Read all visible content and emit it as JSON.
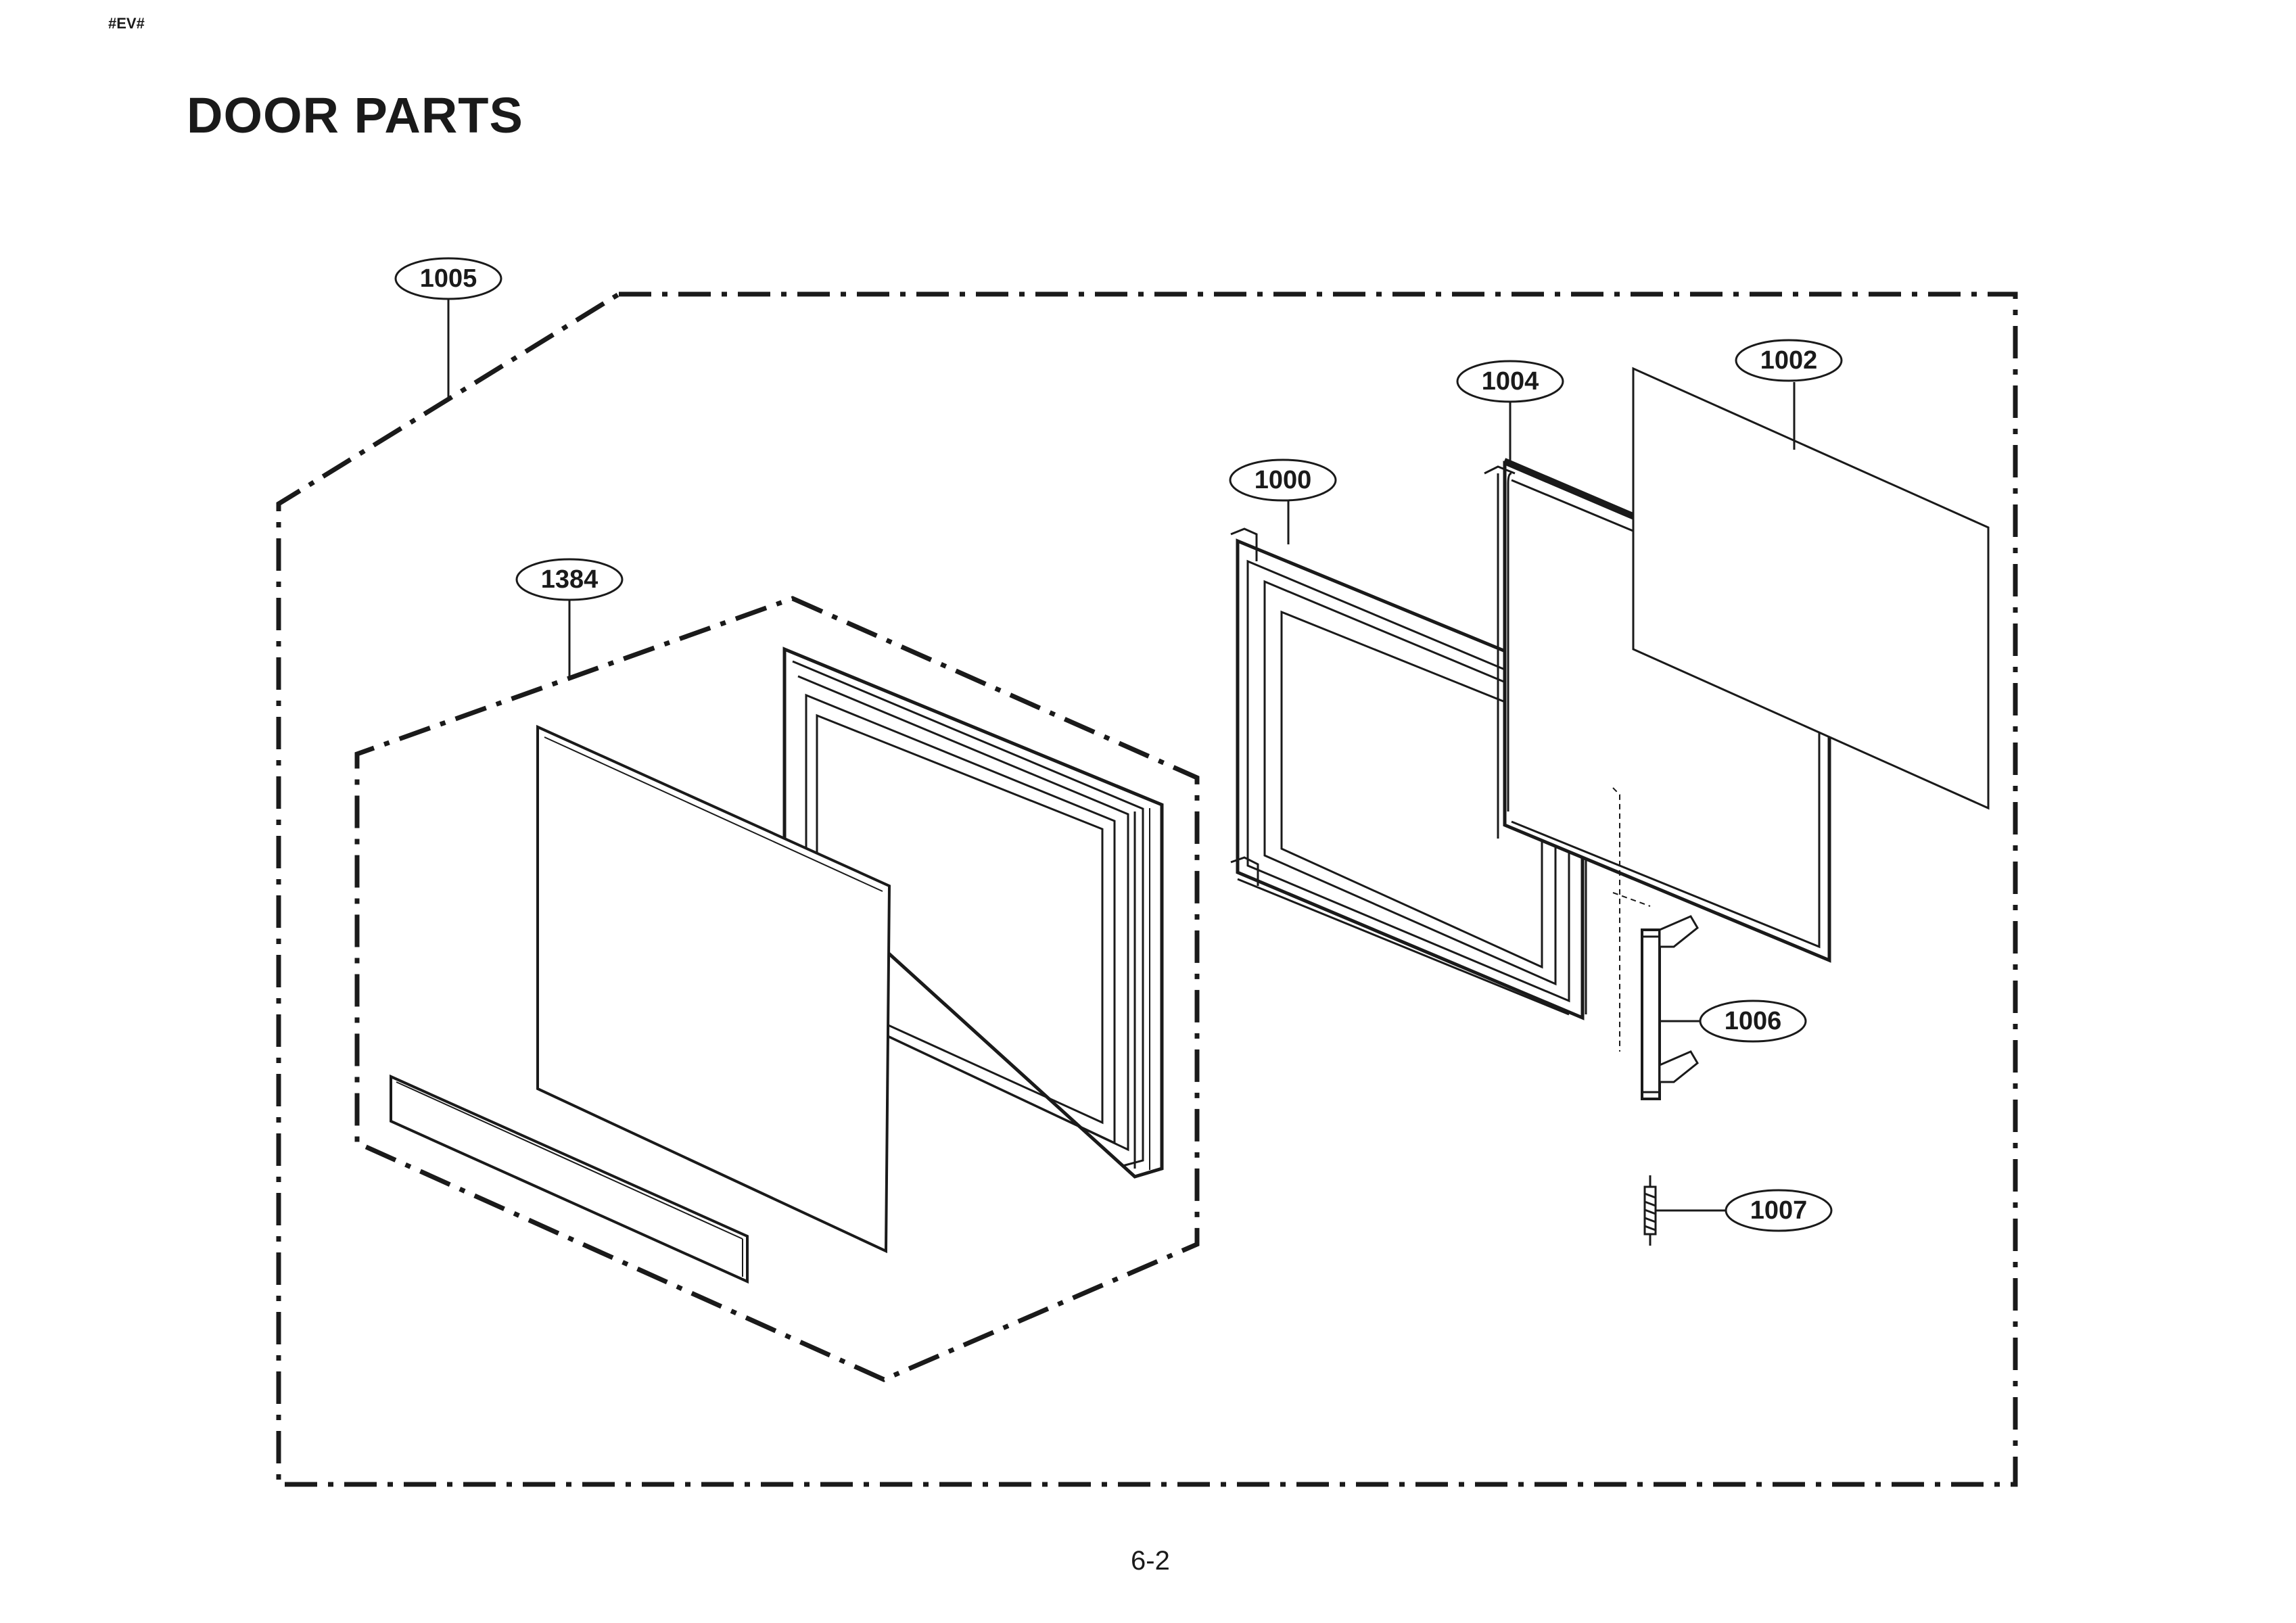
{
  "header": {
    "corner_tag": "#EV#",
    "title": "DOOR PARTS"
  },
  "footer": {
    "page_number": "6-2"
  },
  "callouts": {
    "c1005": "1005",
    "c1384": "1384",
    "c1000": "1000",
    "c1004": "1004",
    "c1002": "1002",
    "c1006": "1006",
    "c1007": "1007"
  }
}
